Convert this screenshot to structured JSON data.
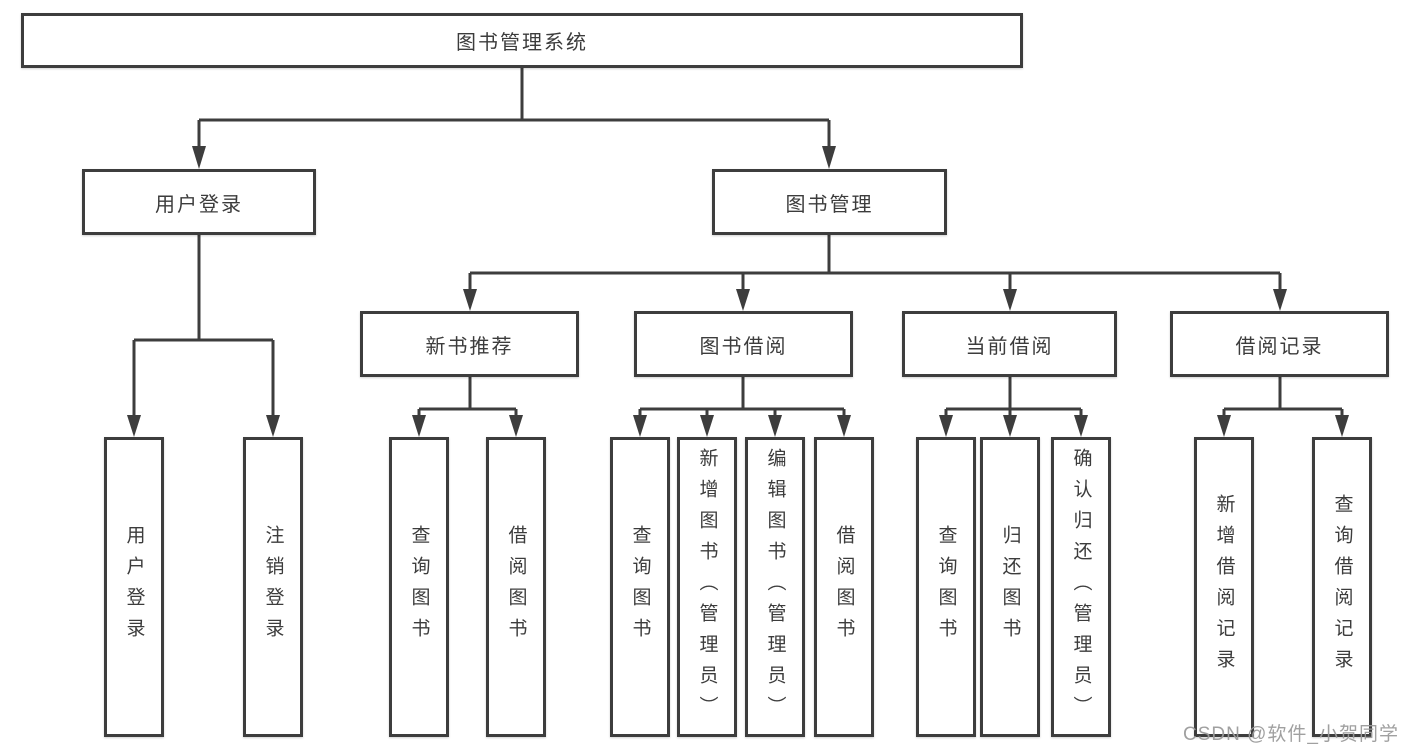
{
  "tree": {
    "label": "图书管理系统",
    "children": [
      {
        "label": "用户登录",
        "children": [
          {
            "label": "用户登录"
          },
          {
            "label": "注销登录"
          }
        ]
      },
      {
        "label": "图书管理",
        "children": [
          {
            "label": "新书推荐",
            "children": [
              {
                "label": "查询图书"
              },
              {
                "label": "借阅图书"
              }
            ]
          },
          {
            "label": "图书借阅",
            "children": [
              {
                "label": "查询图书"
              },
              {
                "label": "新增图书（管理员）"
              },
              {
                "label": "编辑图书（管理员）"
              },
              {
                "label": "借阅图书"
              }
            ]
          },
          {
            "label": "当前借阅",
            "children": [
              {
                "label": "查询图书"
              },
              {
                "label": "归还图书"
              },
              {
                "label": "确认归还（管理员）"
              }
            ]
          },
          {
            "label": "借阅记录",
            "children": [
              {
                "label": "新增借阅记录"
              },
              {
                "label": "查询借阅记录"
              }
            ]
          }
        ]
      }
    ]
  },
  "watermark": {
    "text": "CSDN @软件_小贺同学"
  },
  "colors": {
    "line": "#3d3d3d",
    "text": "#3c3c3c",
    "box_background": "#ffffff",
    "page_background": "#ffffff",
    "watermark": "#9b9b9b"
  }
}
